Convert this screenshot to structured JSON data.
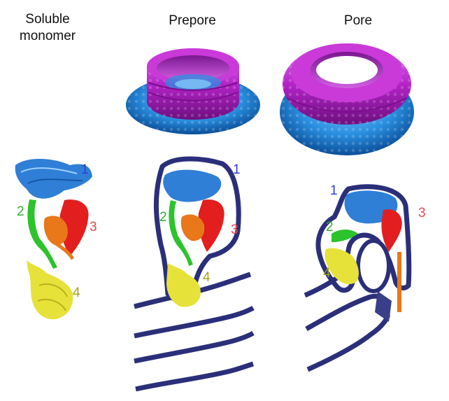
{
  "panels": {
    "soluble": {
      "title_line1": "Soluble",
      "title_line2": "monomer",
      "labels": [
        "1",
        "2",
        "3",
        "4"
      ]
    },
    "prepore": {
      "title": "Prepore",
      "labels": [
        "1",
        "2",
        "3",
        "4"
      ]
    },
    "pore": {
      "title": "Pore",
      "labels": [
        "1",
        "2",
        "3",
        "4"
      ]
    }
  },
  "colors": {
    "domain1": "#2f7fd6",
    "domain2": "#2cc32c",
    "domain3": "#e21e1e",
    "domain3b": "#e8781a",
    "domain4": "#e6e23a",
    "ring_top": "#b423c8",
    "ring_bottom": "#2a8fe0",
    "membrane": "#2b2f7a",
    "label1": "#2b3fd0",
    "label2": "#2cb22c",
    "label3": "#e84848",
    "label4": "#a8a020"
  }
}
